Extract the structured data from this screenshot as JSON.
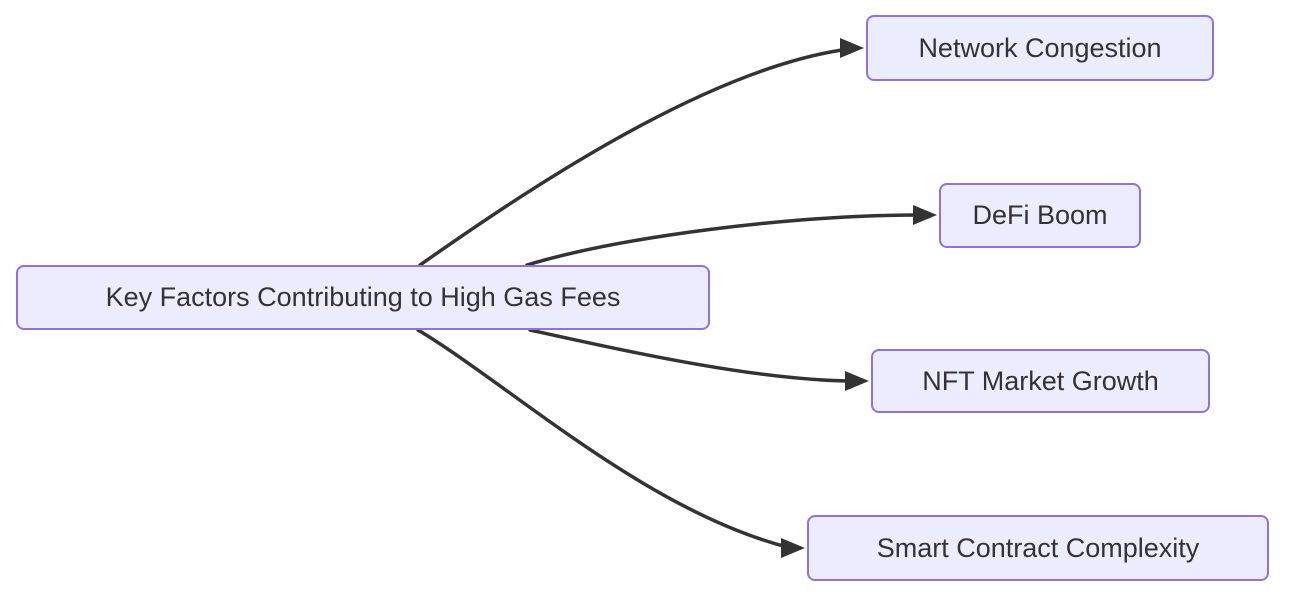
{
  "diagram": {
    "type": "flowchart-left-to-right",
    "colors": {
      "background": "#FFFFFF",
      "node_fill": "#ECECFF",
      "node_border": "#9370DB",
      "node_text": "#333333",
      "edge": "#333333"
    },
    "root": {
      "label": "Key Factors Contributing to High Gas Fees"
    },
    "factors": [
      {
        "label": "Network Congestion"
      },
      {
        "label": "DeFi Boom"
      },
      {
        "label": "NFT Market Growth"
      },
      {
        "label": "Smart Contract Complexity"
      }
    ],
    "edges": [
      {
        "from": "Key Factors Contributing to High Gas Fees",
        "to": "Network Congestion",
        "arrow": "filled-triangle"
      },
      {
        "from": "Key Factors Contributing to High Gas Fees",
        "to": "DeFi Boom",
        "arrow": "filled-triangle"
      },
      {
        "from": "Key Factors Contributing to High Gas Fees",
        "to": "NFT Market Growth",
        "arrow": "filled-triangle"
      },
      {
        "from": "Key Factors Contributing to High Gas Fees",
        "to": "Smart Contract Complexity",
        "arrow": "filled-triangle"
      }
    ]
  }
}
